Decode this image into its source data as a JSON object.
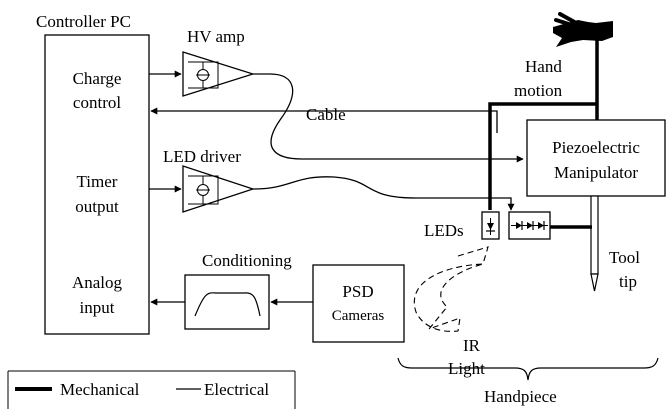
{
  "controller": {
    "title": "Controller PC",
    "charge": [
      "Charge",
      "control"
    ],
    "timer": [
      "Timer",
      "output"
    ],
    "analog": [
      "Analog",
      "input"
    ]
  },
  "hv_amp": "HV amp",
  "led_driver": "LED driver",
  "cable": "Cable",
  "conditioning": "Conditioning",
  "psd": [
    "PSD",
    "Cameras"
  ],
  "hand_motion": [
    "Hand",
    "motion"
  ],
  "piezo": [
    "Piezoelectric",
    "Manipulator"
  ],
  "leds": "LEDs",
  "tool_tip": [
    "Tool",
    "tip"
  ],
  "ir_light": [
    "IR",
    "Light"
  ],
  "handpiece": "Handpiece",
  "legend": {
    "mechanical": "Mechanical",
    "electrical": "Electrical"
  }
}
